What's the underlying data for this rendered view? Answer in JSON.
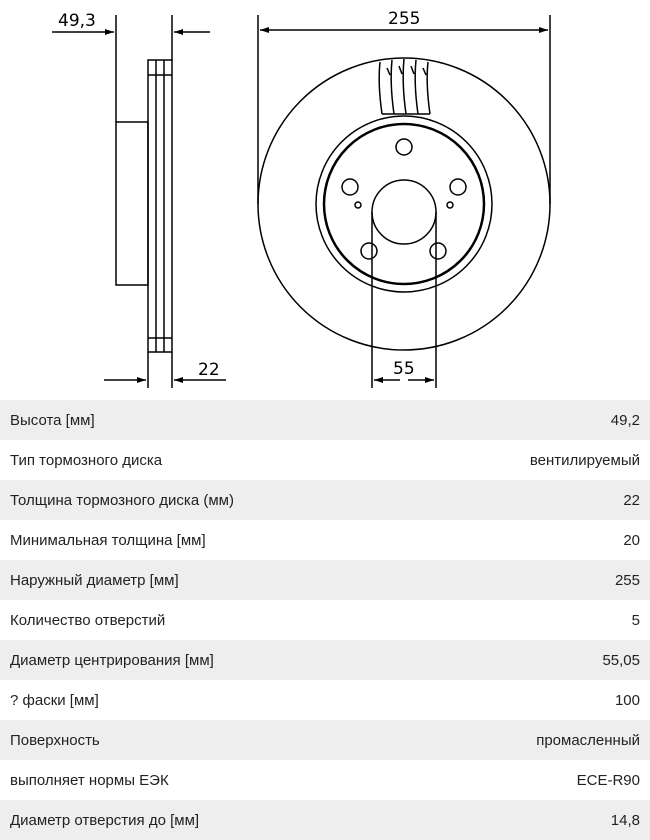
{
  "drawing": {
    "dim_height": "49,3",
    "dim_outer": "255",
    "dim_thickness": "22",
    "dim_center": "55"
  },
  "specs": [
    {
      "label": "Высота [мм]",
      "value": "49,2"
    },
    {
      "label": "Тип тормозного диска",
      "value": "вентилируемый"
    },
    {
      "label": "Толщина тормозного диска (мм)",
      "value": "22"
    },
    {
      "label": "Минимальная толщина [мм]",
      "value": "20"
    },
    {
      "label": "Наружный диаметр [мм]",
      "value": "255"
    },
    {
      "label": "Количество отверстий",
      "value": "5"
    },
    {
      "label": "Диаметр центрирования [мм]",
      "value": "55,05"
    },
    {
      "label": "? фаски [мм]",
      "value": "100"
    },
    {
      "label": "Поверхность",
      "value": "промасленный"
    },
    {
      "label": "выполняет нормы ЕЭК",
      "value": "ECE-R90"
    },
    {
      "label": "Диаметр отверстия до [мм]",
      "value": "14,8"
    }
  ]
}
